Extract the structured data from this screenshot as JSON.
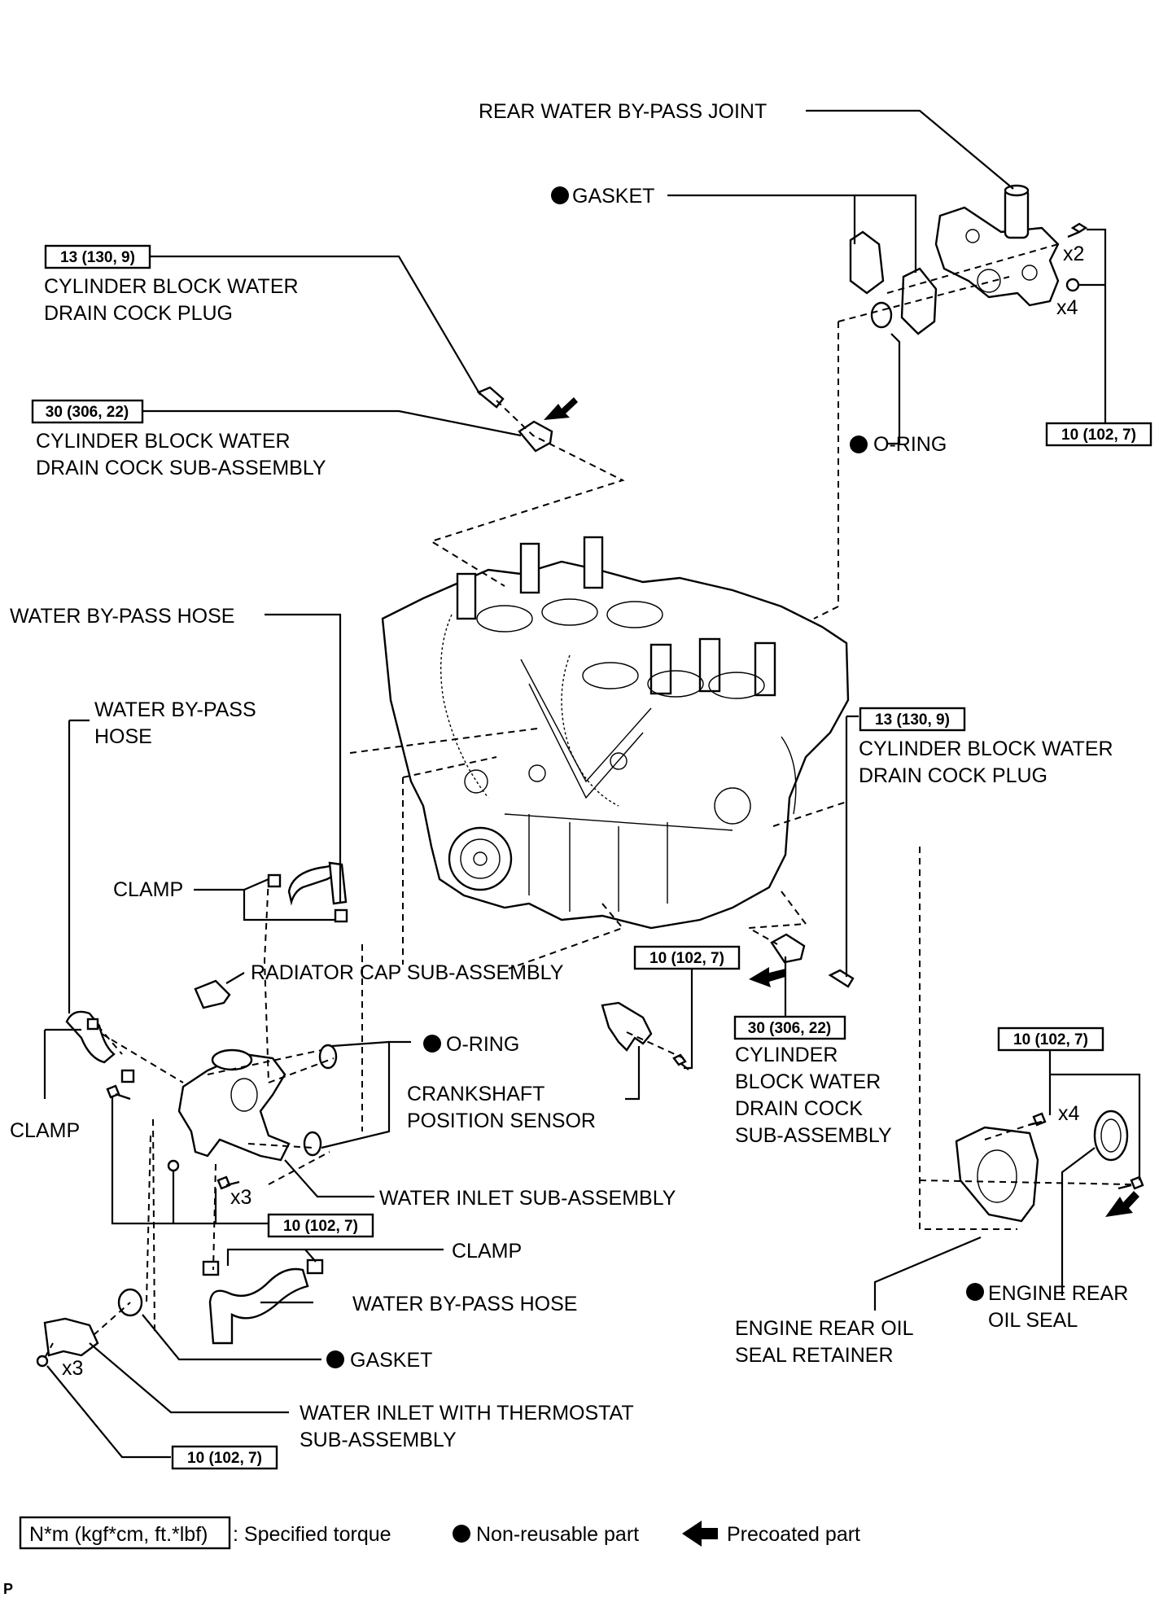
{
  "labels": {
    "rear_water_bypass_joint": "REAR WATER BY-PASS JOINT",
    "gasket_top": "GASKET",
    "cylinder_block_water": "CYLINDER BLOCK WATER",
    "drain_cock_plug": "DRAIN COCK PLUG",
    "drain_cock_sub_assembly": "DRAIN COCK SUB-ASSEMBLY",
    "o_ring_top": "O-RING",
    "x2": "x2",
    "x4_top": "x4",
    "water_bypass_hose_top": "WATER BY-PASS HOSE",
    "water_bypass": "WATER BY-PASS",
    "hose": "HOSE",
    "clamp_upper": "CLAMP",
    "radiator_cap": "RADIATOR CAP SUB-ASSEMBLY",
    "o_ring_mid": "O-RING",
    "clamp_left": "CLAMP",
    "crankshaft_1": "CRANKSHAFT",
    "crankshaft_2": "POSITION SENSOR",
    "water_inlet_sub": "WATER INLET SUB-ASSEMBLY",
    "x3_mid": "x3",
    "clamp_lower": "CLAMP",
    "water_bypass_hose_bottom": "WATER BY-PASS HOSE",
    "gasket_bottom": "GASKET",
    "x3_bottom": "x3",
    "water_inlet_thermo_1": "WATER INLET WITH THERMOSTAT",
    "water_inlet_thermo_2": "SUB-ASSEMBLY",
    "right_plug_1": "CYLINDER BLOCK WATER",
    "right_plug_2": "DRAIN COCK PLUG",
    "right_cock_1": "CYLINDER",
    "right_cock_2": "BLOCK WATER",
    "right_cock_3": "DRAIN COCK",
    "right_cock_4": "SUB-ASSEMBLY",
    "x4_right": "x4",
    "engine_rear_oil_seal_1": "ENGINE REAR",
    "engine_rear_oil_seal_2": "OIL SEAL",
    "engine_rear_retainer_1": "ENGINE REAR OIL",
    "engine_rear_retainer_2": "SEAL RETAINER",
    "corner_code": "P"
  },
  "torques": {
    "t_13_top": "13 (130, 9)",
    "t_30_top": "30 (306, 22)",
    "t_10_topright": "10 (102, 7)",
    "t_13_right": "13 (130, 9)",
    "t_10_sensor": "10 (102, 7)",
    "t_30_right": "30 (306, 22)",
    "t_10_rear": "10 (102, 7)",
    "t_10_inlet": "10 (102, 7)",
    "t_10_bottom": "10 (102, 7)"
  },
  "legend": {
    "unit_box": "N*m (kgf*cm, ft.*lbf)",
    "specified": ": Specified torque",
    "non_reusable": "Non-reusable part",
    "precoated": "Precoated part"
  }
}
